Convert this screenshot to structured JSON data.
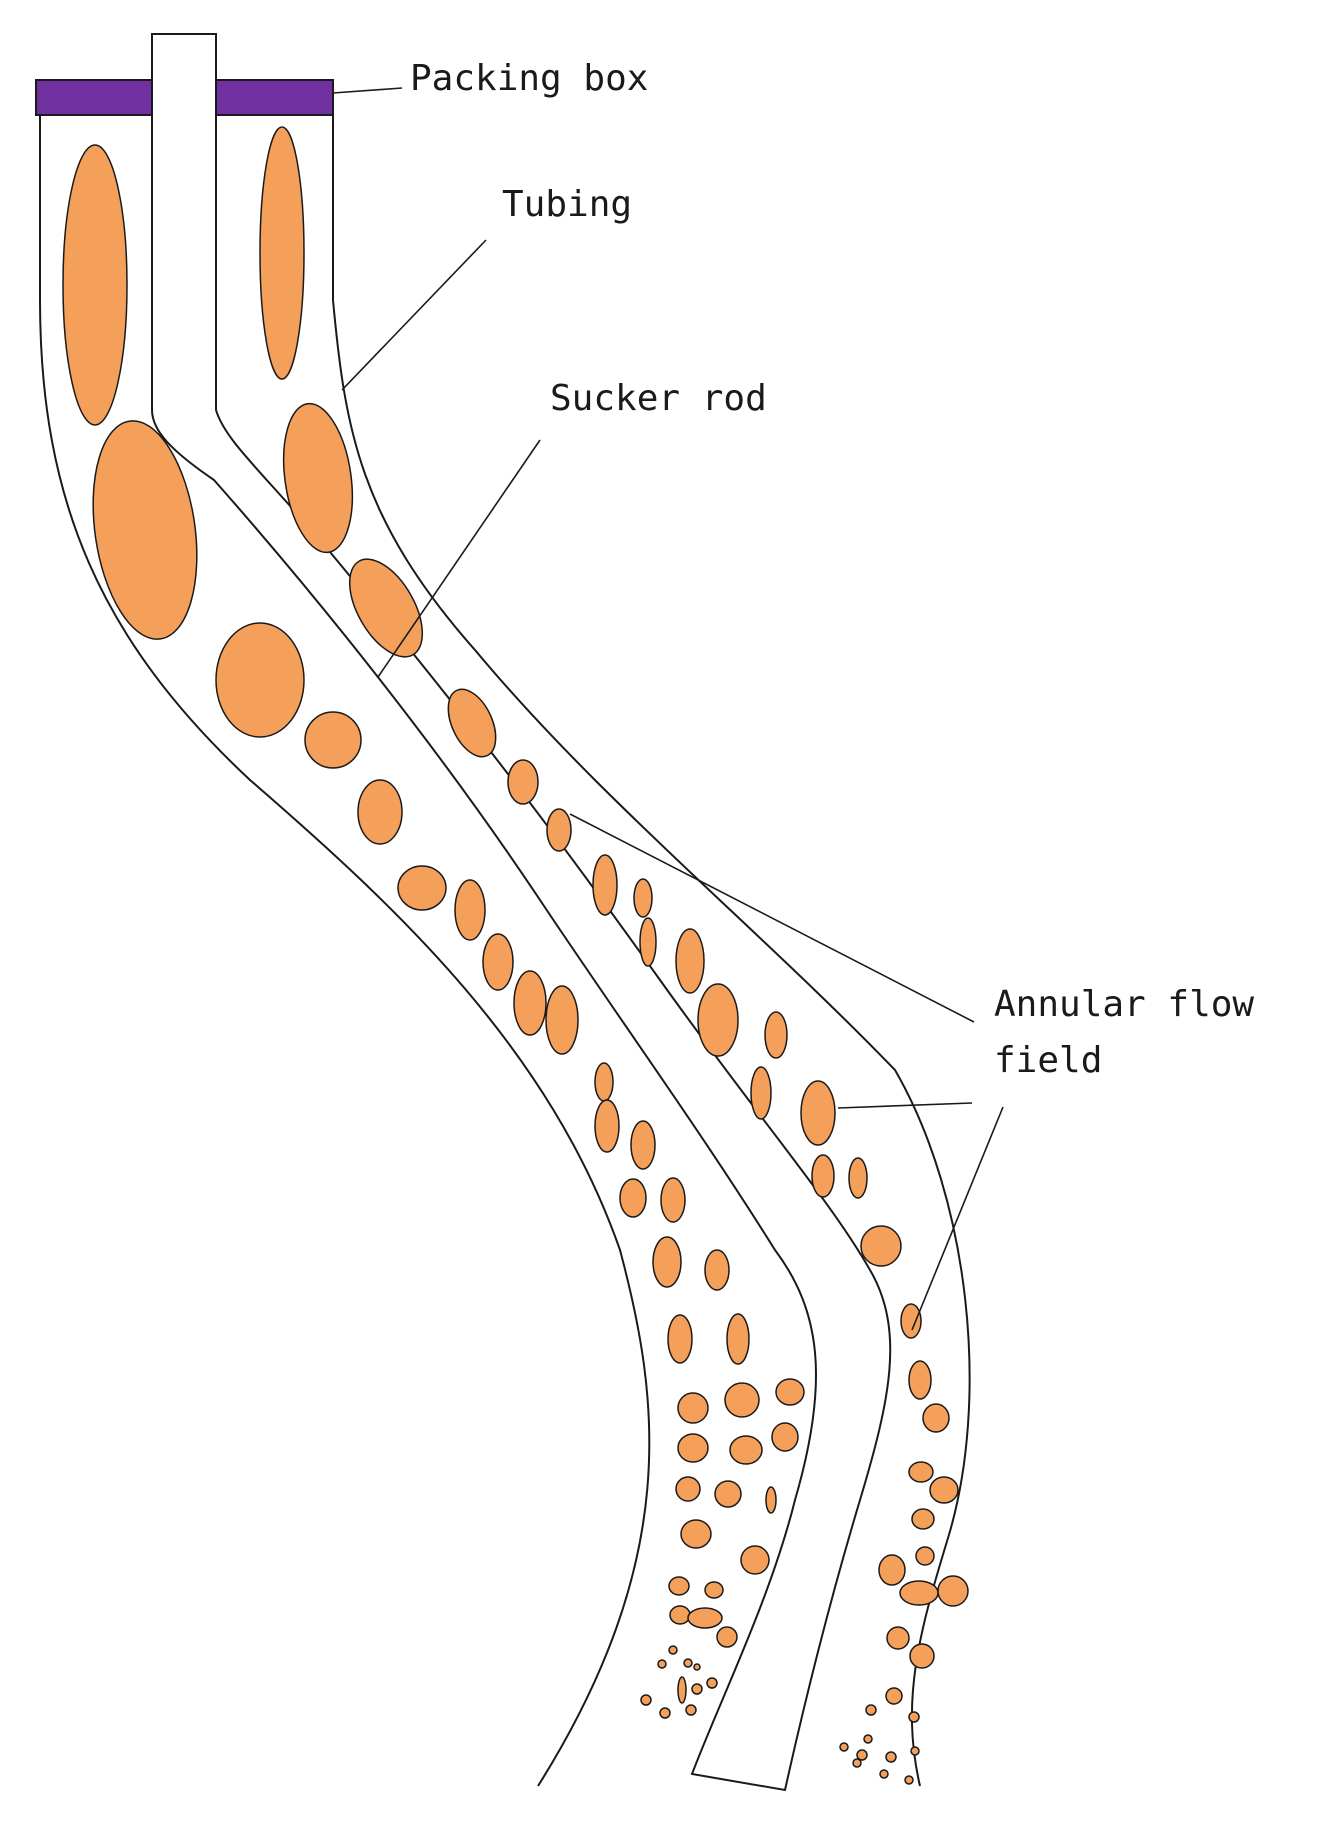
{
  "labels": {
    "packing_box": "Packing box",
    "tubing": "Tubing",
    "sucker_rod": "Sucker rod",
    "annular_flow_field_line1": "Annular flow",
    "annular_flow_field_line2": "field"
  },
  "colors": {
    "packing_box": "#7030a0",
    "bubble_fill": "#f4a05a",
    "outline": "#1a1a1a",
    "background": "#ffffff"
  }
}
